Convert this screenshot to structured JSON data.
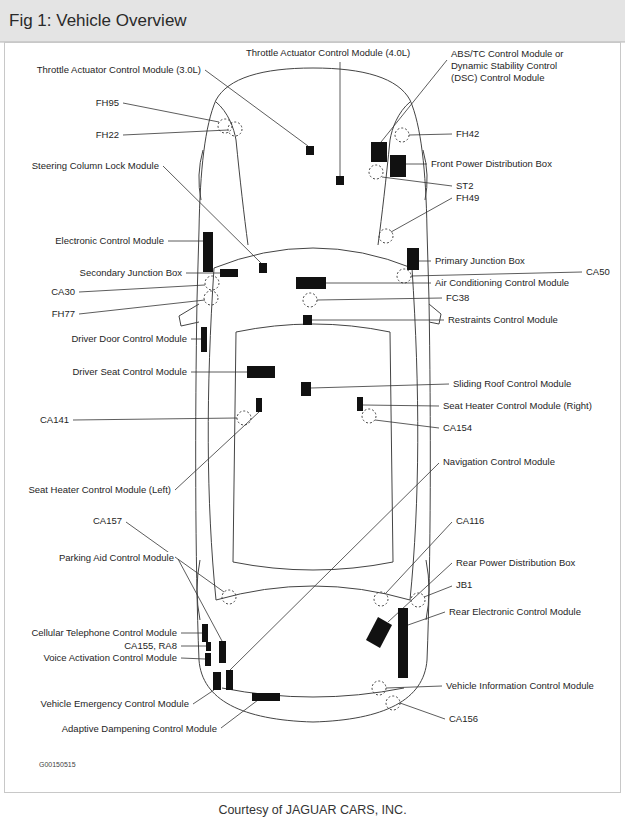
{
  "diagram": {
    "title": "Fig 1: Vehicle Overview",
    "caption": "Courtesy of JAGUAR CARS, INC.",
    "labels": [
      "Throttle Actuator Control Module (4.0L)",
      "ABS/TC Control Module or Dynamic Stability Control (DSC) Control Module",
      "Throttle Actuator Control Module (3.0L)",
      "FH95",
      "FH42",
      "FH22",
      "Front Power Distribution Box",
      "Steering Column Lock Module",
      "ST2",
      "FH49",
      "Electronic Control Module",
      "Primary Junction Box",
      "CA50",
      "Secondary Junction Box",
      "Air Conditioning Control Module",
      "CA30",
      "FC38",
      "FH77",
      "Restraints Control Module",
      "Driver Door Control Module",
      "Driver Seat Control Module",
      "Sliding Roof Control Module",
      "Seat Heater Control Module (Right)",
      "CA141",
      "CA154",
      "Navigation Control Module",
      "Seat Heater Control Module (Left)",
      "CA157",
      "CA116",
      "Parking Aid Control Module",
      "Rear Power Distribution Box",
      "JB1",
      "Rear Electronic Control Module",
      "Cellular Telephone Control Module",
      "CA155, RA8",
      "Voice Activation Control Module",
      "Vehicle Information Control Module",
      "Vehicle Emergency Control Module",
      "CA156",
      "Adaptive Dampening Control Module",
      "G00150515"
    ]
  }
}
